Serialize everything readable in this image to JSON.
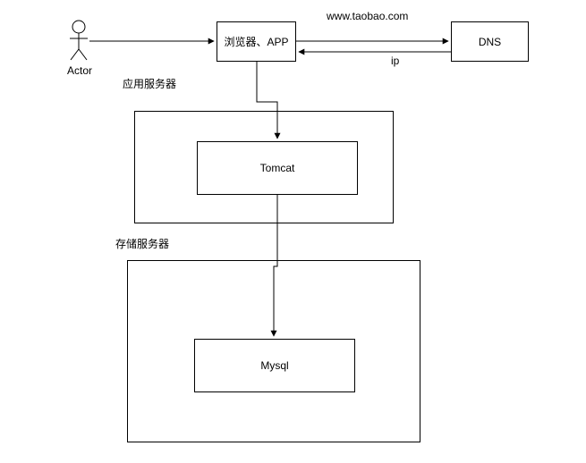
{
  "actor": {
    "icon": "person-icon",
    "label": "Actor"
  },
  "nodes": {
    "browser": "浏览器、APP",
    "dns": "DNS",
    "tomcat": "Tomcat",
    "mysql": "Mysql"
  },
  "groups": {
    "app_server": "应用服务器",
    "storage_server": "存储服务器"
  },
  "edges": {
    "to_dns_label": "www.taobao.com",
    "from_dns_label": "ip"
  },
  "colors": {
    "line": "#000000",
    "background": "#ffffff"
  }
}
